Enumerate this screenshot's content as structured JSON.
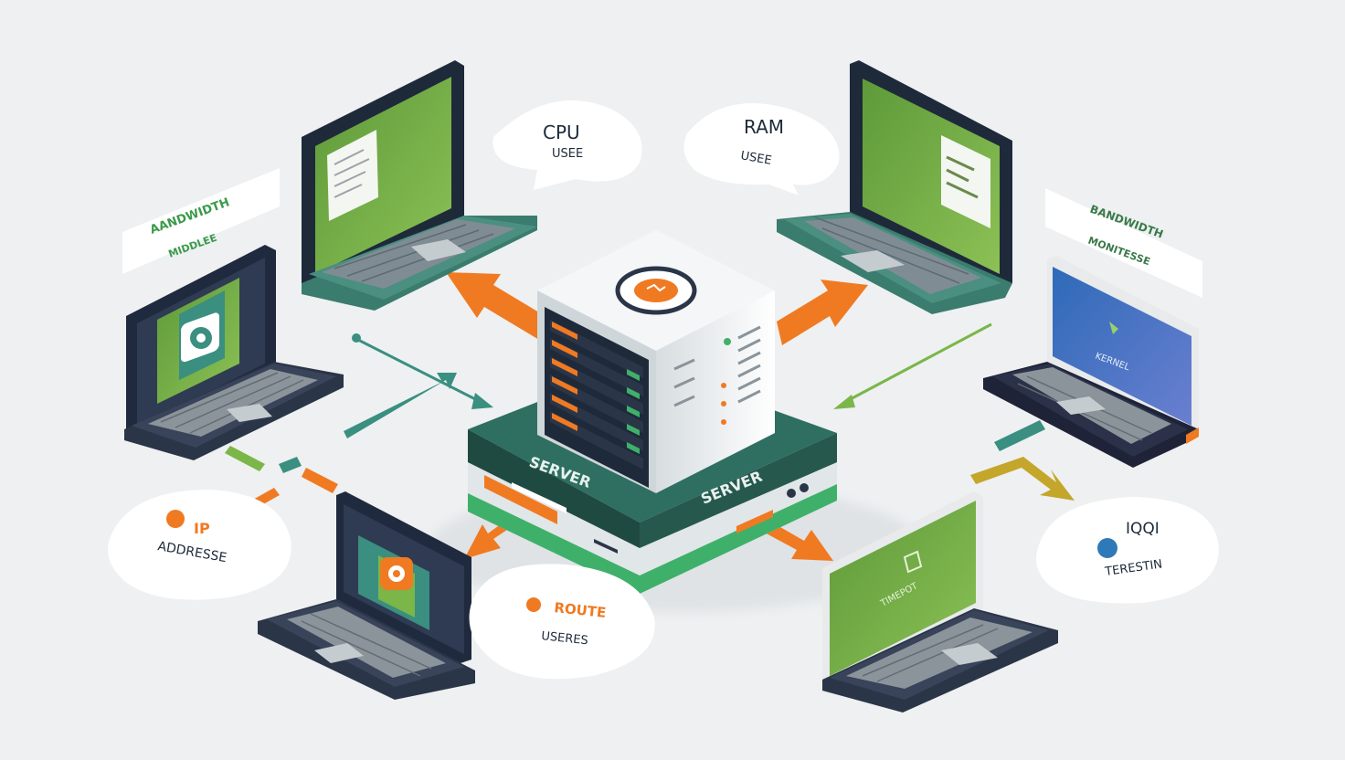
{
  "labels": {
    "cpu_line1": "CPU",
    "cpu_line2": "USEE",
    "ram_line1": "RAM",
    "ram_line2": "USEE",
    "bandwidth_left_1": "AANDWIDTH",
    "bandwidth_left_2": "MIDDLEE",
    "bandwidth_right_1": "BANDWIDTH",
    "bandwidth_right_2": "MONITESSE",
    "ip_left_1": "IP",
    "ip_left_2": "ADDRESSE",
    "ip_right_1": "IQQI",
    "ip_right_2": "TERESTIN",
    "routes_1": "ROUTE",
    "routes_2": "USERES",
    "server_label_front": "SERVER",
    "server_label_side": "SERVER",
    "laptop_right_mid_screen": "KERNEL",
    "laptop_right_bottom_screen": "TIMEPOT"
  },
  "colors": {
    "dark_green": "#2f6f62",
    "teal": "#3a8f80",
    "lime": "#7ab648",
    "orange": "#f07a22",
    "navy": "#2b3548",
    "blue": "#3e64c0",
    "white": "#ffffff",
    "background": "#eef0f1"
  },
  "icons": {
    "server_logo": "orange-circle-logo",
    "laptop_left_screen_icon": "green-app-icon",
    "laptop_bottom_screen_icon": "orange-app-icon"
  }
}
